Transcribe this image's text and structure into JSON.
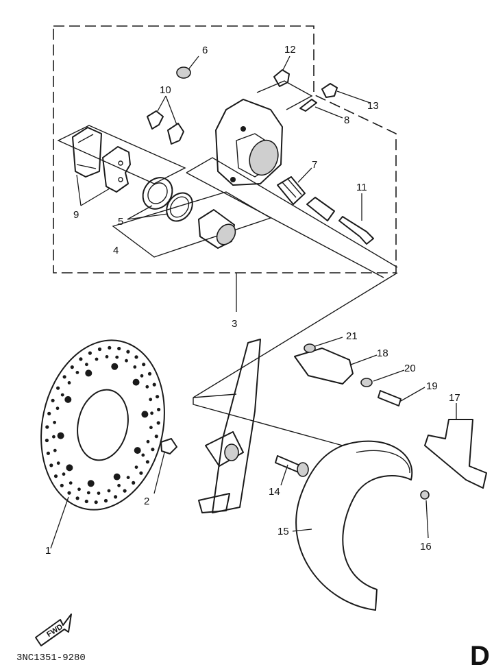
{
  "callouts": {
    "c1": "1",
    "c2": "2",
    "c3": "3",
    "c4": "4",
    "c5": "5",
    "c6": "6",
    "c7": "7",
    "c8": "8",
    "c9": "9",
    "c10": "10",
    "c11": "11",
    "c12": "12",
    "c13": "13",
    "c14": "14",
    "c15": "15",
    "c16": "16",
    "c17": "17",
    "c18": "18",
    "c19": "19",
    "c20": "20",
    "c21": "21"
  },
  "fwd_label": "FWD",
  "drawing_code": "3NC1351-9280",
  "page_letter": "D"
}
